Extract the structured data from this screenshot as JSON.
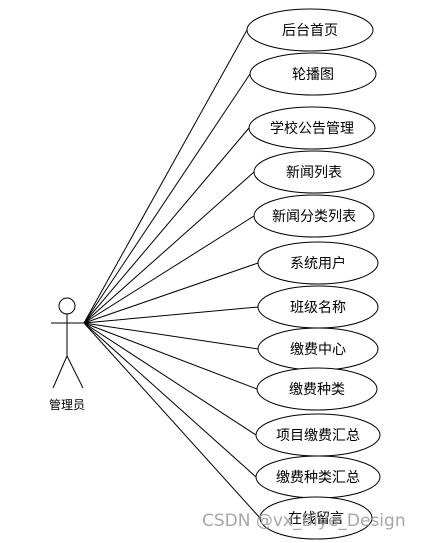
{
  "actor": {
    "label": "管理员"
  },
  "use_cases": [
    {
      "label": "后台首页"
    },
    {
      "label": "轮播图"
    },
    {
      "label": "学校公告管理"
    },
    {
      "label": "新闻列表"
    },
    {
      "label": "新闻分类列表"
    },
    {
      "label": "系统用户"
    },
    {
      "label": "班级名称"
    },
    {
      "label": "缴费中心"
    },
    {
      "label": "缴费种类"
    },
    {
      "label": "项目缴费汇总"
    },
    {
      "label": "缴费种类汇总"
    },
    {
      "label": "在线留言"
    }
  ],
  "watermark": "CSDN @vx_Biye_Design",
  "colors": {
    "stroke": "#000000",
    "fill": "#ffffff",
    "watermark": "#969696"
  }
}
